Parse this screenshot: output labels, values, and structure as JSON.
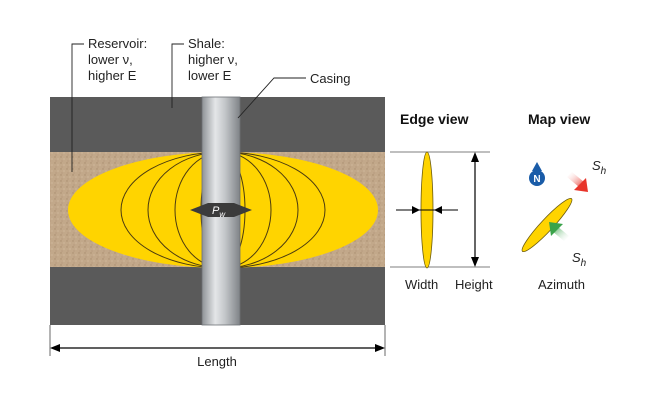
{
  "labels": {
    "reservoir": [
      "Reservoir:",
      "lower ν,",
      "higher E"
    ],
    "shale": [
      "Shale:",
      "higher ν,",
      "lower E"
    ],
    "casing": "Casing",
    "pressure_main": "P",
    "pressure_sub": "w",
    "length": "Length",
    "width": "Width",
    "height": "Height",
    "azimuth": "Azimuth",
    "north": "N",
    "stress_main": "S",
    "stress_sub": "h"
  },
  "headers": {
    "edge_view": "Edge view",
    "map_view": "Map view"
  },
  "colors": {
    "shale": "#5a5a5a",
    "reservoir": "#c2a88a",
    "fracture": "#ffd400",
    "casing": "#b9bcbf",
    "north_blue": "#1a5ca8",
    "stress_red": "#e8342a",
    "stress_green": "#3aa34a"
  }
}
